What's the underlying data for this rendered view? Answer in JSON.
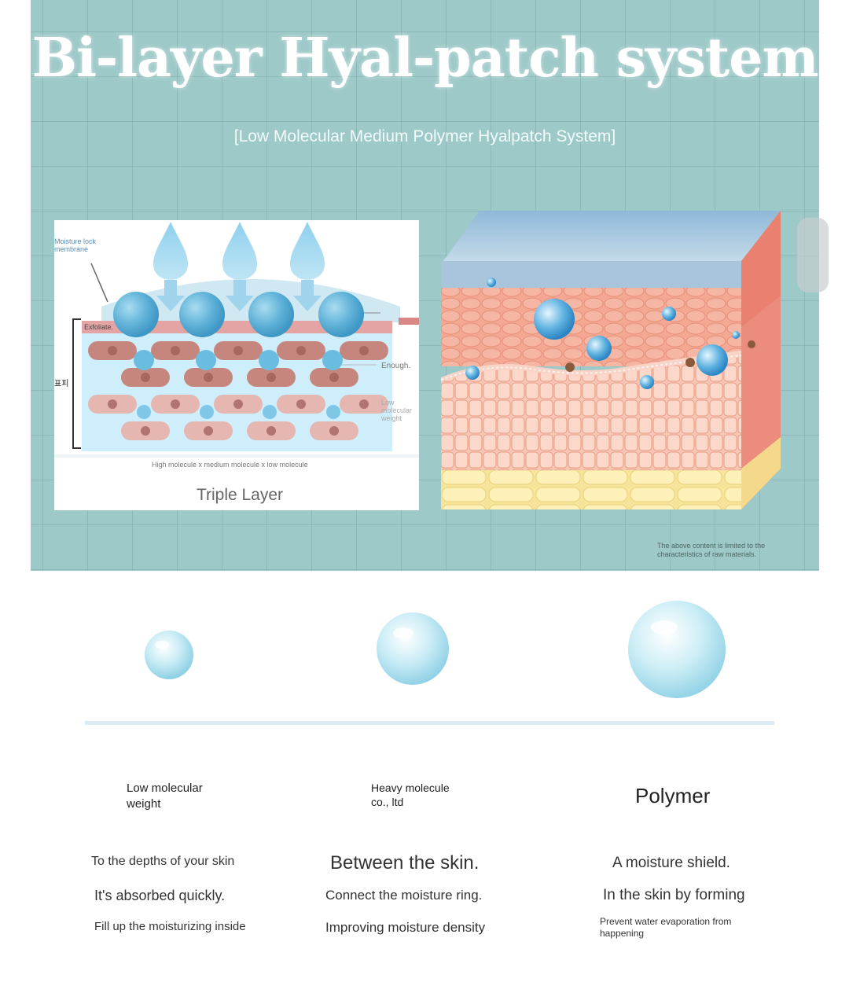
{
  "hero": {
    "title": "Bi-layer Hyal-patch system",
    "subtitle": "[Low Molecular Medium Polymer Hyalpatch System]",
    "footnote": "The above content is limited to the characteristics of raw materials.",
    "background_color": "#9dc9c8"
  },
  "triple_layer": {
    "moisture_lock_label": "Moisture lock membrane",
    "exfoliate_label": "Exfoliate.",
    "side_label": "표피",
    "enough_label": "Enough.",
    "low_weight_label": "Low molecular weight",
    "caption": "High molecule x medium molecule x low molecule",
    "title": "Triple Layer"
  },
  "columns": [
    {
      "title": "Low molecular weight",
      "lines": [
        "To the depths of your skin",
        "It's absorbed quickly.",
        "Fill up the moisturizing inside"
      ]
    },
    {
      "title": "Heavy molecule co., ltd",
      "lines": [
        "Between the skin.",
        "Connect the moisture ring.",
        "Improving moisture density"
      ]
    },
    {
      "title": "Polymer",
      "lines": [
        "A moisture shield.",
        "In the skin by forming",
        "Prevent water evaporation from happening"
      ]
    }
  ]
}
